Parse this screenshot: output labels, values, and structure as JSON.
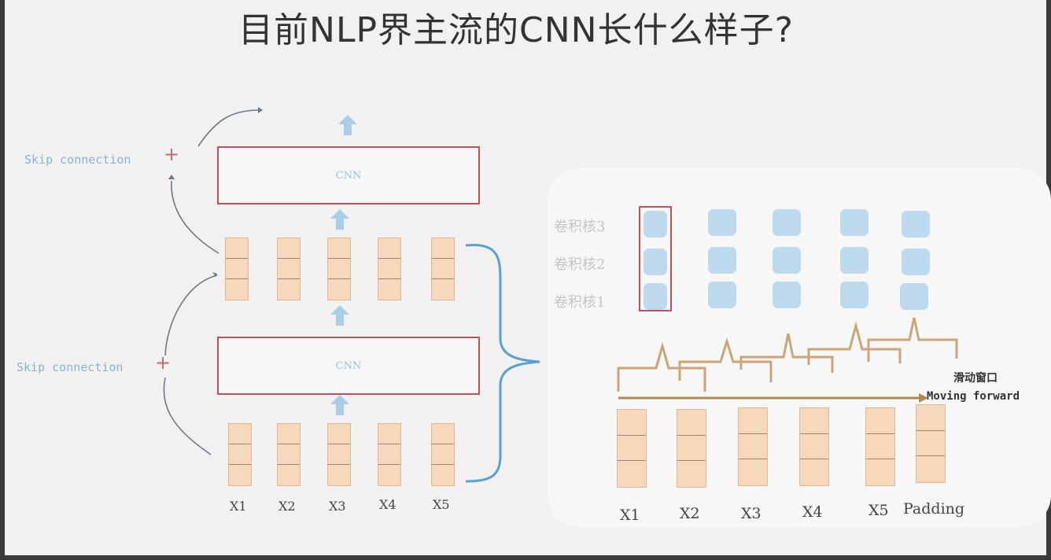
{
  "title": "目前NLP界主流的CNN长什么样子?",
  "left": {
    "skip_label": "Skip connection",
    "plus": "+",
    "cnn_label": "CNN",
    "inputs": [
      "X1",
      "X2",
      "X3",
      "X4",
      "X5"
    ]
  },
  "right": {
    "kernels": [
      "卷积核3",
      "卷积核2",
      "卷积核1"
    ],
    "sliding_label": "滑动窗口",
    "moving_label": "Moving forward",
    "inputs": [
      "X1",
      "X2",
      "X3",
      "X4",
      "X5",
      "Padding"
    ]
  },
  "colors": {
    "box_border": "#c0505a",
    "vector_fill": "#f6d9bd",
    "kernel_fill": "#bcd9ee",
    "arrow_blue": "#a9cde6",
    "bracket_tan": "#c9a577"
  }
}
